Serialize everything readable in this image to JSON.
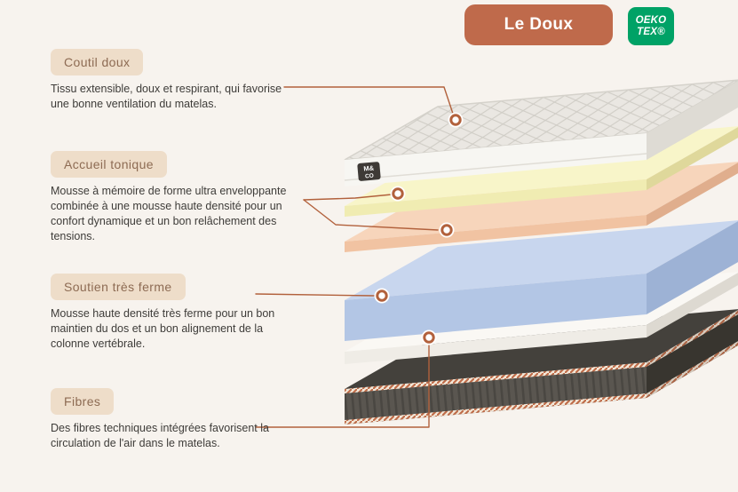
{
  "header": {
    "title": "Le Doux",
    "certification": {
      "line1": "OEKO",
      "line2": "TEX®"
    }
  },
  "sections": [
    {
      "label": "Coutil doux",
      "description": "Tissu extensible, doux et respirant, qui favorise une bonne ventilation du matelas."
    },
    {
      "label": "Accueil tonique",
      "description": "Mousse à mémoire de forme ultra enveloppante combinée à une mousse haute densité pour un confort dynamique et un bon relâchement des tensions."
    },
    {
      "label": "Soutien très ferme",
      "description": "Mousse haute densité très ferme pour un bon maintien du dos et un bon alignement de la colonne vertébrale."
    },
    {
      "label": "Fibres",
      "description": "Des fibres techniques intégrées favorisent la circulation de l'air dans le matelas."
    }
  ],
  "mattress": {
    "logo_line1": "M&",
    "logo_line2": "CO",
    "layer_names": [
      "quilted-cover",
      "soft-foam-layer",
      "transition-foam-layer",
      "support-foam-core",
      "fiber-layer",
      "base-cover"
    ]
  },
  "colors": {
    "background": "#f7f3ee",
    "accent_line": "#b2613c",
    "title_bg": "#bf6a4b",
    "chip_bg": "#eeddc9",
    "chip_text": "#8d6b53",
    "badge_green": "#00a266",
    "layer_quilted_top": "#eae7e2",
    "layer_soft": "#f0ecb2",
    "layer_transition": "#f1c3a2",
    "layer_support": "#b3c6e5",
    "layer_fiber": "#faf8f4",
    "layer_base": "#44413c"
  }
}
